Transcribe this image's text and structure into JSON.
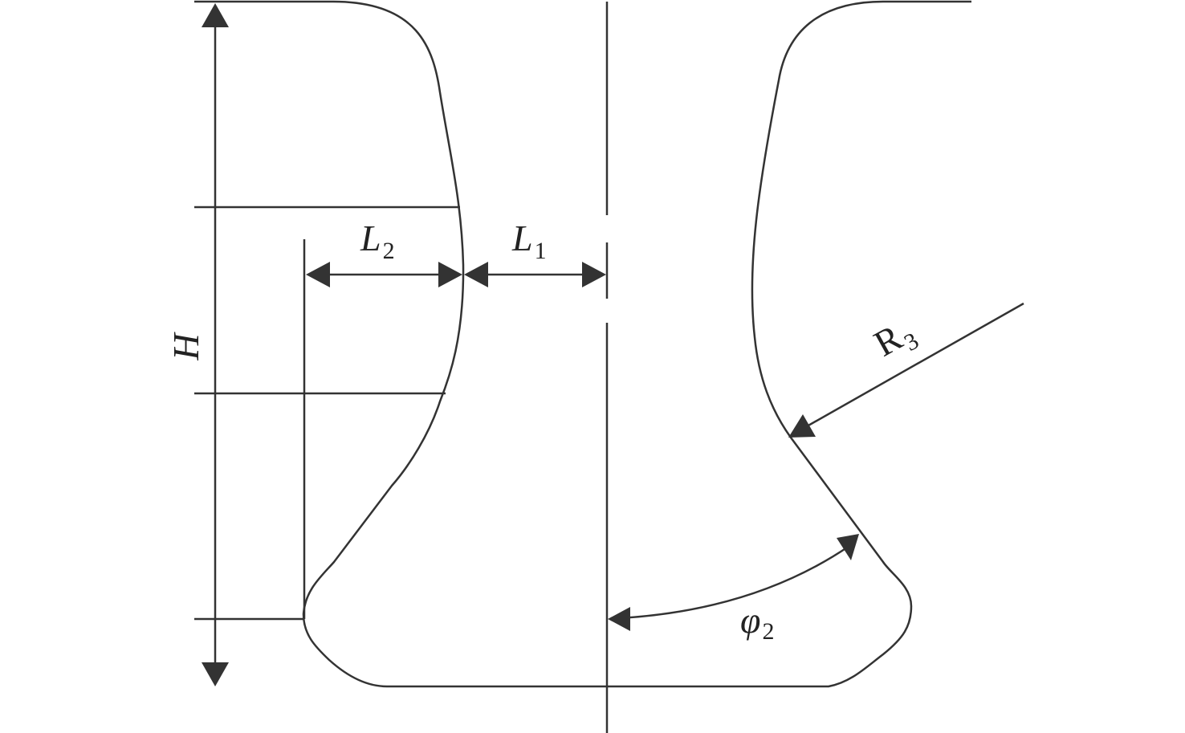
{
  "labels": {
    "height": {
      "main": "H",
      "sub": ""
    },
    "length_outer": {
      "main": "L",
      "sub": "2"
    },
    "length_inner": {
      "main": "L",
      "sub": "1"
    },
    "radius": {
      "main": "R",
      "sub": "3"
    },
    "angle": {
      "main": "φ",
      "sub": "2"
    }
  },
  "colors": {
    "stroke": "#333333",
    "background": "#ffffff"
  }
}
